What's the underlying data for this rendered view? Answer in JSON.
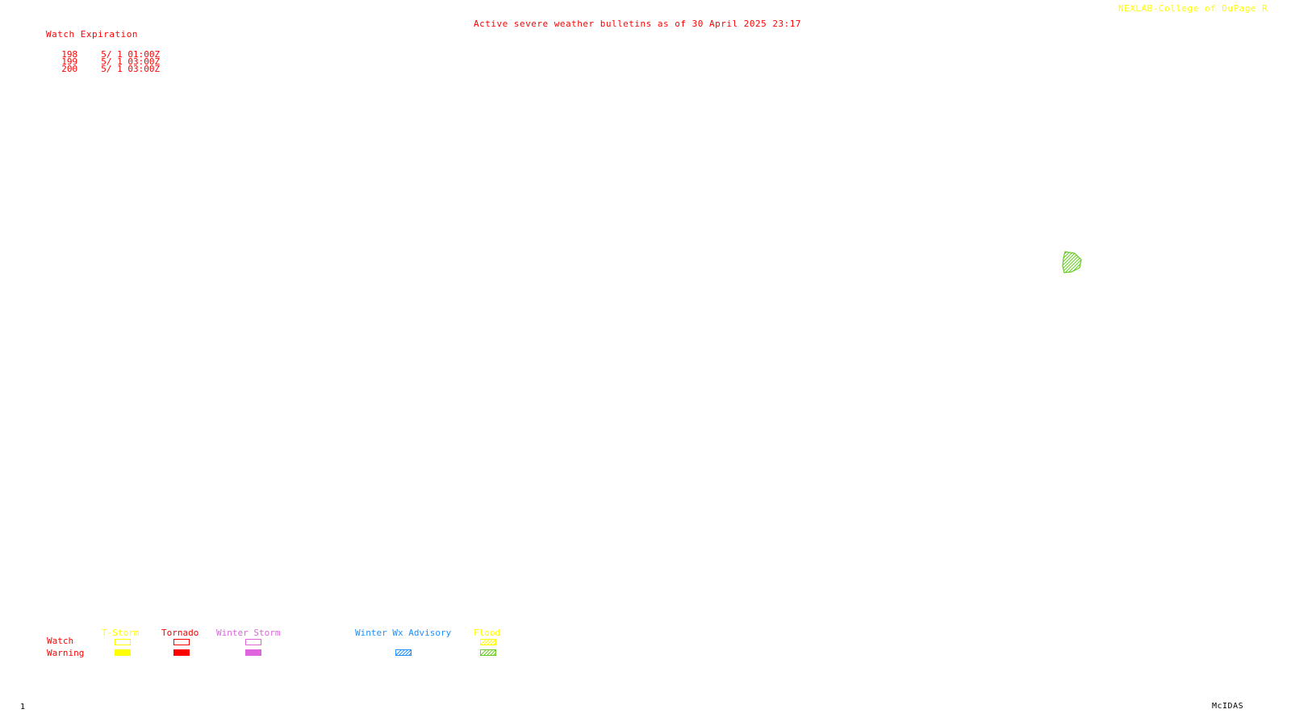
{
  "title": "Active severe weather bulletins as of 30 April 2025 23:17",
  "credit": "NEXLAB-College of DuPage R",
  "watch_table": {
    "header": "Watch Expiration",
    "rows": [
      {
        "number": "198",
        "expiration": "5/ 1 01:00Z"
      },
      {
        "number": "199",
        "expiration": "5/ 1 03:00Z"
      },
      {
        "number": "200",
        "expiration": "5/ 1 03:00Z"
      }
    ]
  },
  "legend": {
    "row_labels": {
      "watch": "Watch",
      "warning": "Warning"
    },
    "categories": [
      {
        "label": "T-Storm",
        "color": "#ffff00"
      },
      {
        "label": "Tornado",
        "color": "#ff0000"
      },
      {
        "label": "Winter Storm",
        "color": "#dd66dd"
      },
      {
        "label": "Winter Wx Advisory",
        "color": "#1e90ff"
      },
      {
        "label": "Flood",
        "color": "#ffff00",
        "warning_color": "#66cc22"
      }
    ]
  },
  "colors": {
    "text_red": "#ff0000",
    "credit_yellow": "#ffff00",
    "flood_warning_green": "#66cc22"
  },
  "footer": {
    "frame_number": "1",
    "software": "McIDAS"
  },
  "map_features": [
    {
      "type": "flood-warning-polygon",
      "color": "#66cc22"
    }
  ]
}
